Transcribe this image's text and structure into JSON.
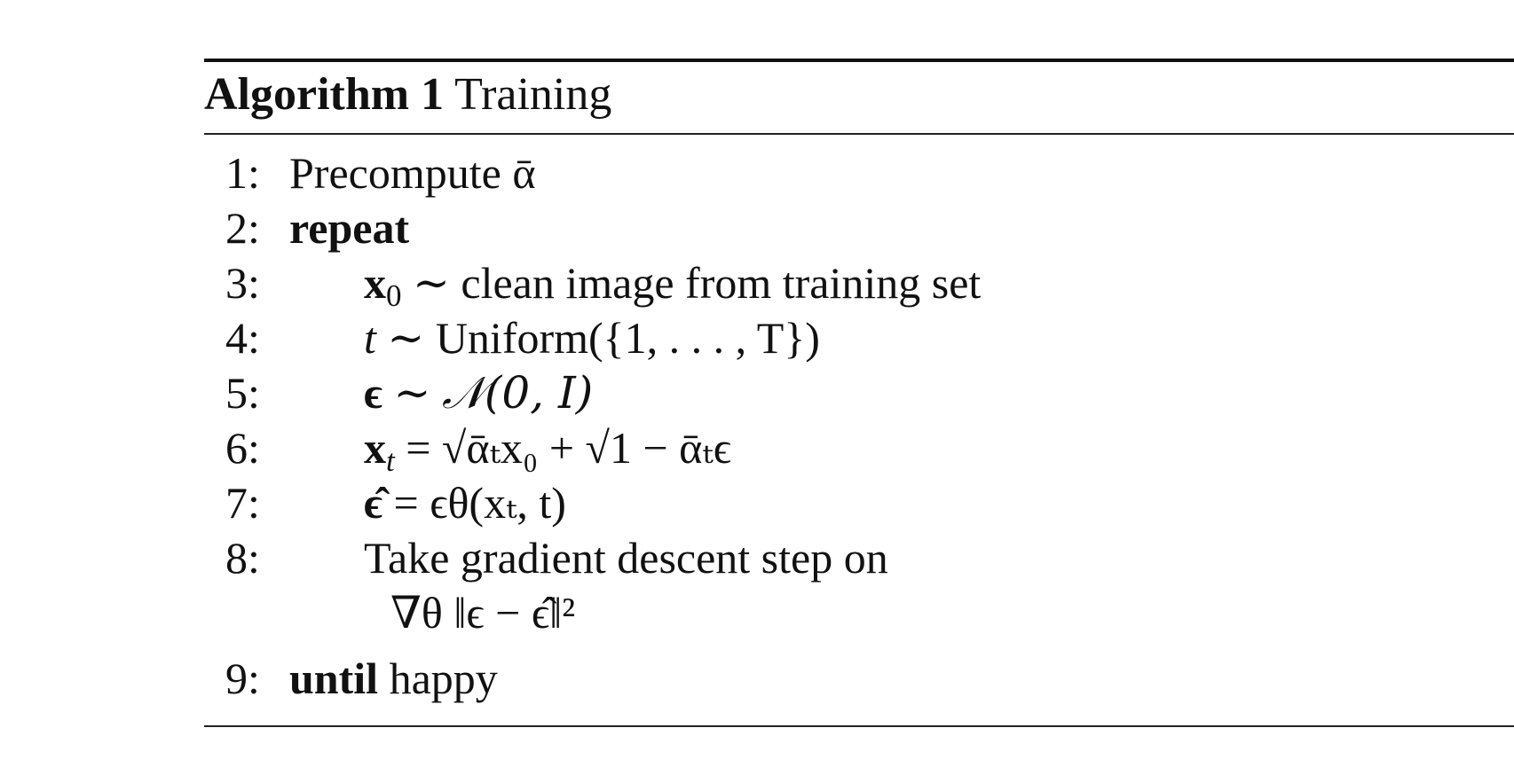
{
  "algorithm": {
    "label": "Algorithm 1",
    "title": "Training",
    "lines": [
      {
        "num": "1:",
        "text": "Precompute ᾱ"
      },
      {
        "num": "2:",
        "keyword": "repeat"
      },
      {
        "num": "3:",
        "text": "clean image from training set"
      },
      {
        "num": "4:",
        "text": "Uniform({1, . . . , T})"
      },
      {
        "num": "5:",
        "text": "𝒩(0, I)"
      },
      {
        "num": "6:",
        "text": "= √ᾱₜx₀ + √1 − ᾱₜϵ"
      },
      {
        "num": "7:",
        "text": "= ϵθ(xₜ, t)"
      },
      {
        "num": "8:",
        "text": "Take gradient descent step on"
      },
      {
        "num": "",
        "text": "∇θ ‖ϵ − ϵ̂‖²"
      },
      {
        "num": "9:",
        "keyword": "until",
        "text": "happy"
      }
    ]
  }
}
